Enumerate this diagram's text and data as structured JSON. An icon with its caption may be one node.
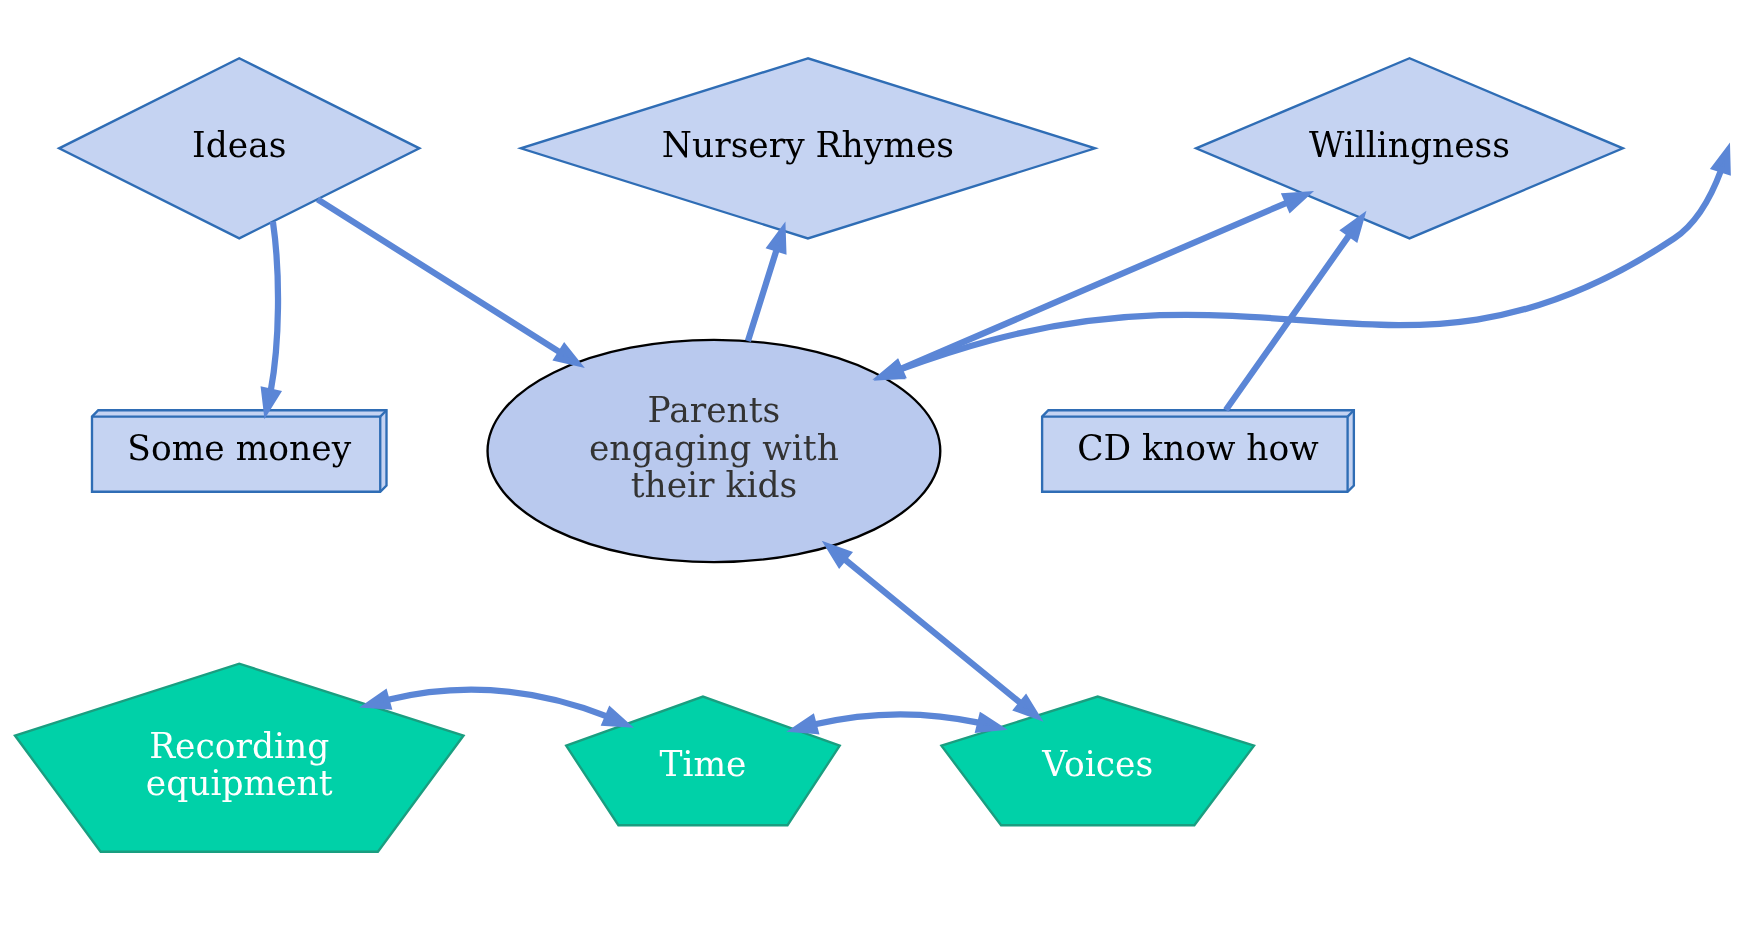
{
  "diagram": {
    "nodes": [
      {
        "text": [
          "Ideas"
        ]
      },
      {
        "text": [
          "Nursery Rhymes"
        ]
      },
      {
        "text": [
          "Willingness"
        ]
      },
      {
        "text": [
          "Some money"
        ]
      },
      {
        "text": [
          "Parents engaging with their kids"
        ]
      },
      {
        "text": [
          "CD know how"
        ]
      },
      {
        "text": [
          "Recording equipment"
        ]
      },
      {
        "text": [
          "Time"
        ]
      },
      {
        "text": [
          "Voices"
        ]
      }
    ],
    "edges": [
      {
        "from": 0,
        "to": 3,
        "arrow": "to"
      },
      {
        "from": 0,
        "to": 4,
        "arrow": "to"
      },
      {
        "from": 4,
        "to": 1,
        "arrow": "to"
      },
      {
        "from": 4,
        "to": 2,
        "arrow": "both"
      },
      {
        "from": 5,
        "to": 2,
        "arrow": "to"
      },
      {
        "from": 6,
        "to": 7,
        "arrow": "both"
      },
      {
        "from": null,
        "to": 4,
        "arrow": "both"
      },
      {
        "from": 4,
        "to": 8,
        "arrow": "both"
      },
      {
        "from": 7,
        "to": 8,
        "arrow": "both"
      }
    ]
  }
}
